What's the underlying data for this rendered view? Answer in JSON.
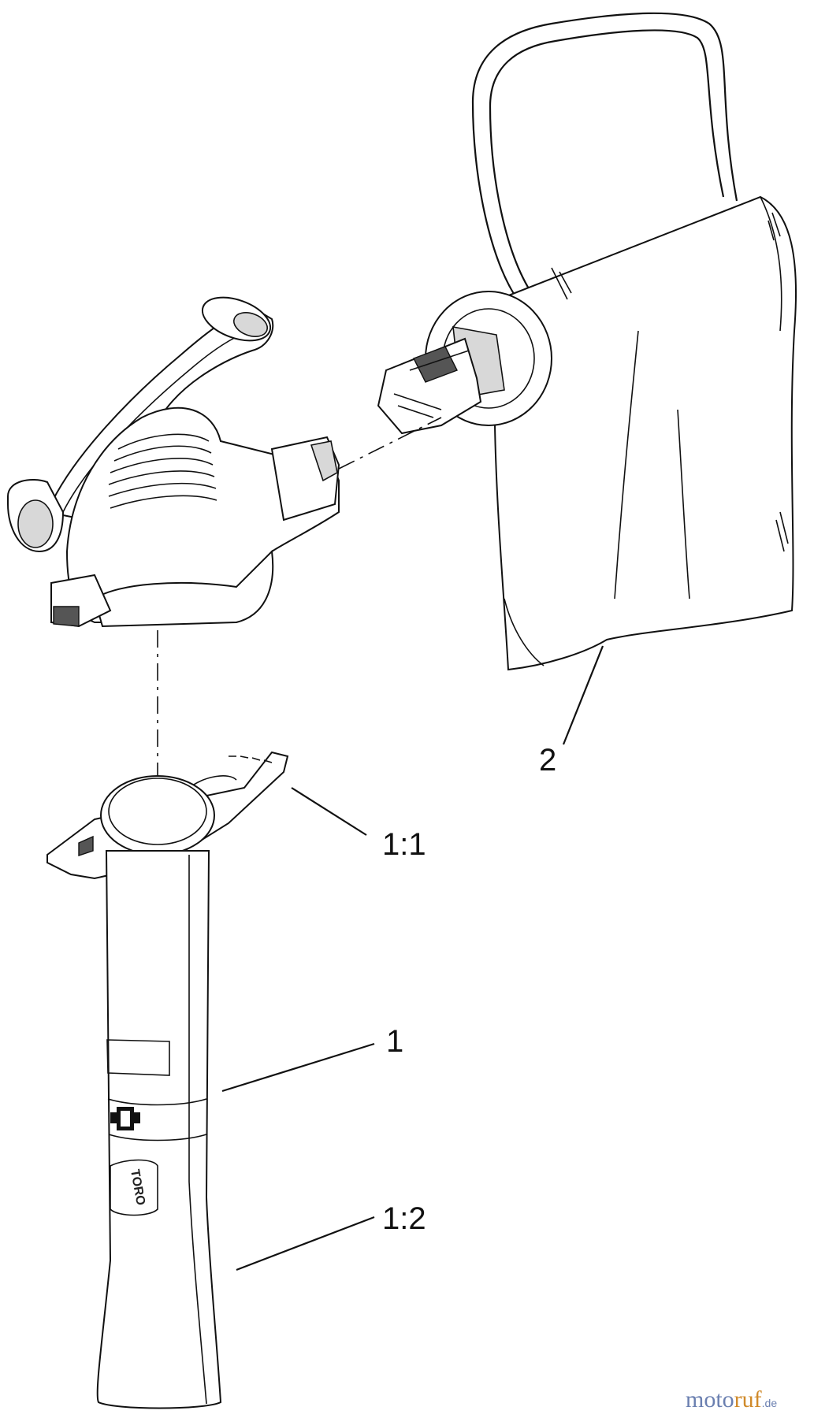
{
  "callouts": {
    "c1_1": "1:1",
    "c1": "1",
    "c1_2": "1:2",
    "c2": "2"
  },
  "watermark": {
    "moto": "moto",
    "ruf": "ruf",
    "de": ".de"
  },
  "tube_label": "TORO"
}
